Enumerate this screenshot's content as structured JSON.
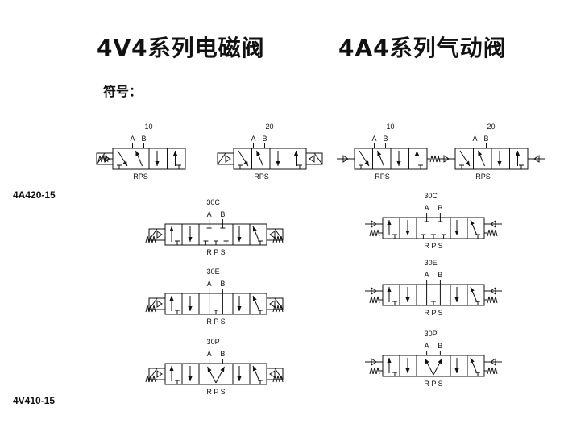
{
  "titles": {
    "solenoid": "4V4系列电磁阀",
    "pneumatic": "4A4系列气动阀"
  },
  "symbol_label": "符号：",
  "side_labels": {
    "top": "4A420-15",
    "bottom": "4V410-15"
  },
  "port_labels": {
    "a": "A",
    "b": "B",
    "rps": "RPS",
    "rps_spaced": "R P S"
  },
  "valves": [
    {
      "code": "10",
      "group": "solenoid"
    },
    {
      "code": "20",
      "group": "solenoid"
    },
    {
      "code": "30C",
      "group": "solenoid"
    },
    {
      "code": "30E",
      "group": "solenoid"
    },
    {
      "code": "30P",
      "group": "solenoid"
    },
    {
      "code": "10",
      "group": "pneumatic"
    },
    {
      "code": "20",
      "group": "pneumatic"
    },
    {
      "code": "30C",
      "group": "pneumatic"
    },
    {
      "code": "30E",
      "group": "pneumatic"
    },
    {
      "code": "30P",
      "group": "pneumatic"
    }
  ]
}
